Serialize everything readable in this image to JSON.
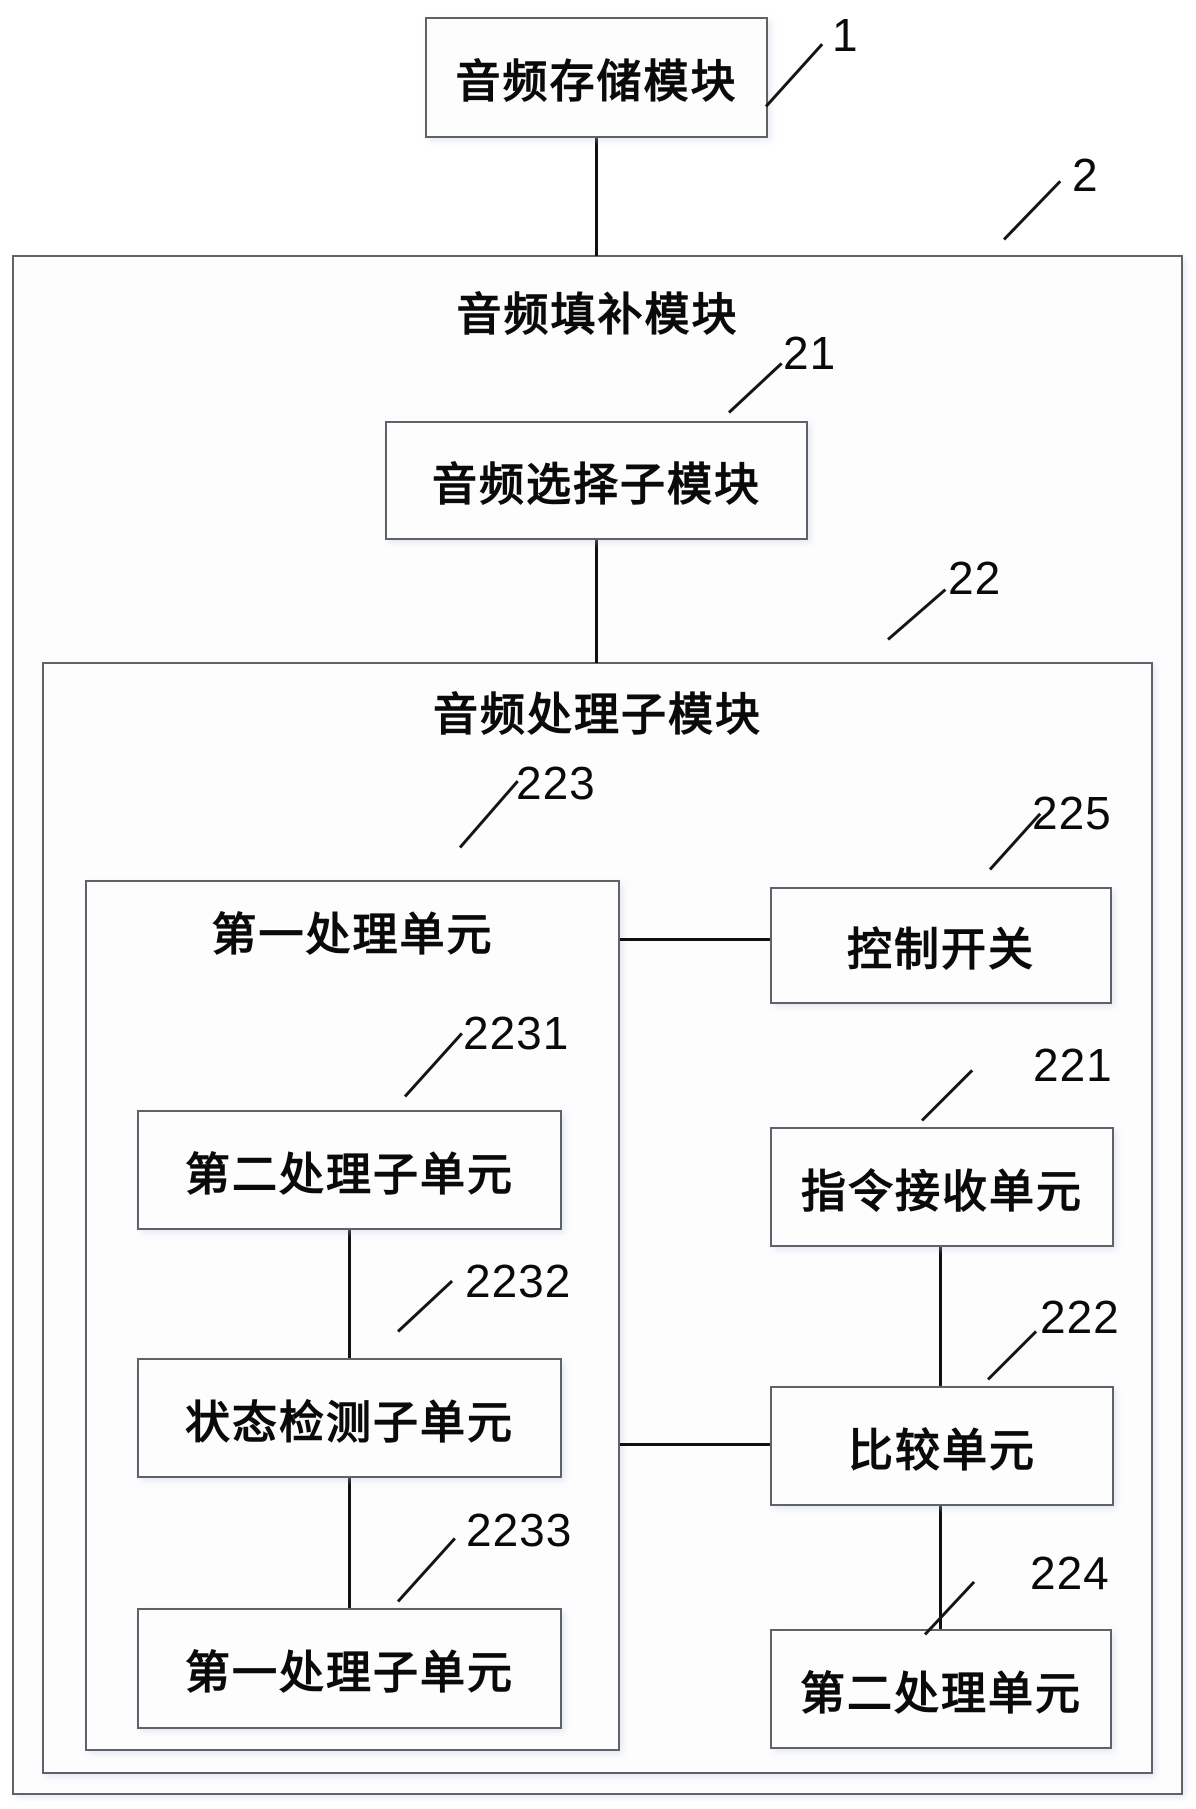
{
  "figure": {
    "type": "patent-block-diagram",
    "background": "#ffffff",
    "box_border_color": "#5f6368",
    "box_fill_color": "#fdfdfe",
    "connector_color": "#101010",
    "text_color": "#0a0a0a"
  },
  "nodes": {
    "audio_storage_module": {
      "label": "音频存储模块",
      "ref": "1"
    },
    "audio_fill_module": {
      "label": "音频填补模块",
      "ref": "2"
    },
    "audio_select_submodule": {
      "label": "音频选择子模块",
      "ref": "21"
    },
    "audio_process_submodule": {
      "label": "音频处理子模块",
      "ref": "22"
    },
    "first_processing_unit": {
      "label": "第一处理单元",
      "ref": "223"
    },
    "control_switch": {
      "label": "控制开关",
      "ref": "225"
    },
    "second_processing_subunit": {
      "label": "第二处理子单元",
      "ref": "2231"
    },
    "instruction_receiving_unit": {
      "label": "指令接收单元",
      "ref": "221"
    },
    "state_detection_subunit": {
      "label": "状态检测子单元",
      "ref": "2232"
    },
    "comparison_unit": {
      "label": "比较单元",
      "ref": "222"
    },
    "first_processing_subunit": {
      "label": "第一处理子单元",
      "ref": "2233"
    },
    "second_processing_unit": {
      "label": "第二处理单元",
      "ref": "224"
    }
  }
}
